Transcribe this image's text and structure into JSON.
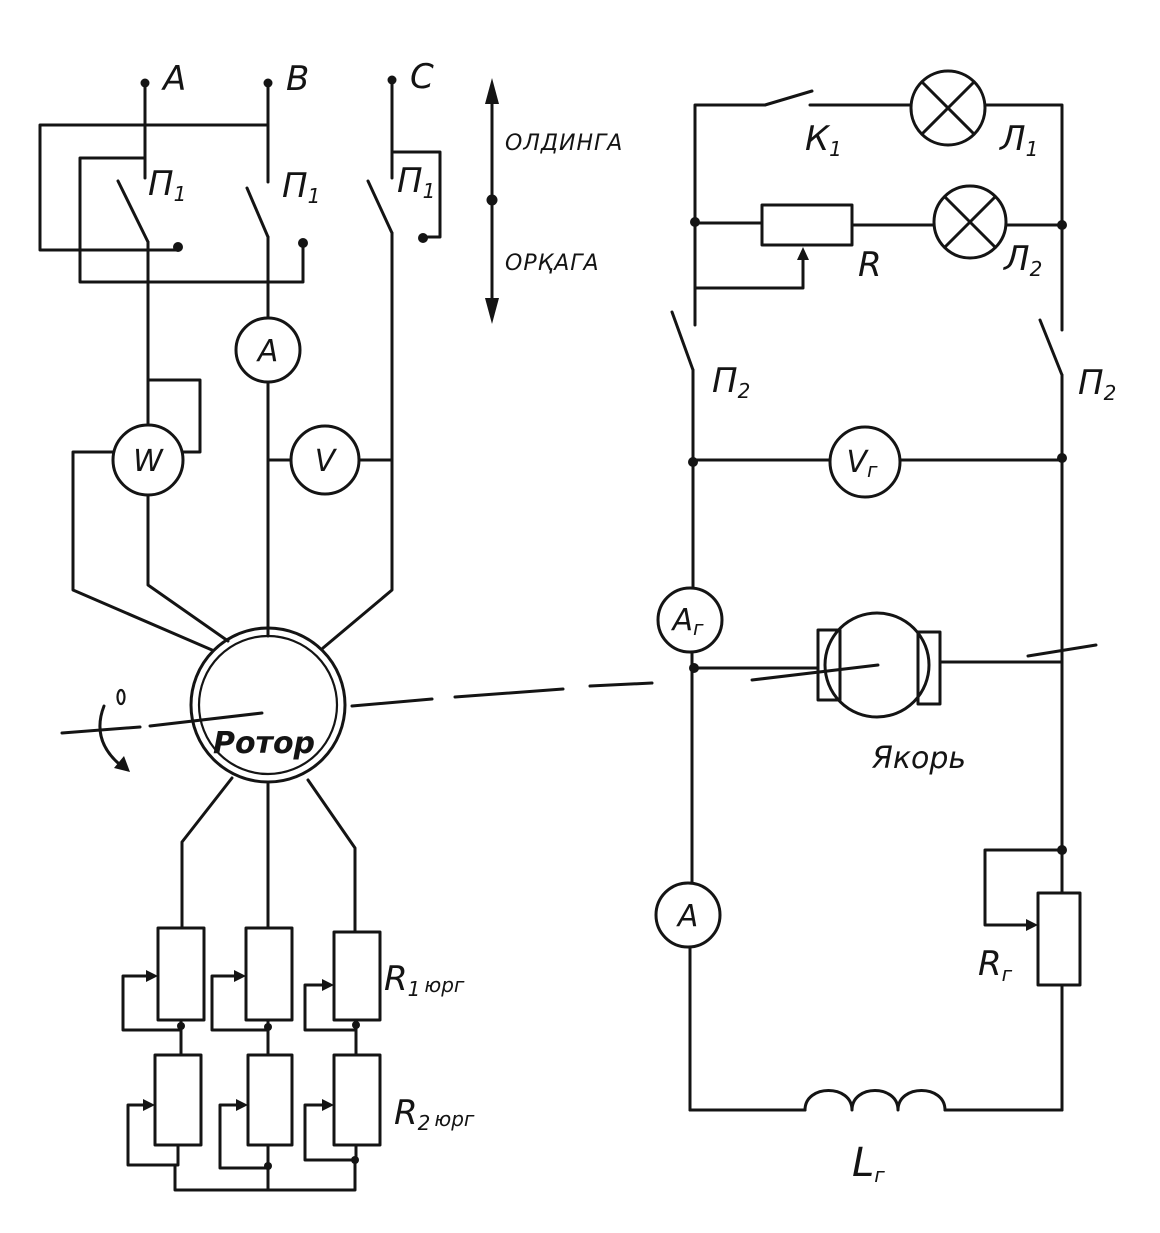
{
  "left_circuit": {
    "terminals": [
      {
        "label": "A"
      },
      {
        "label": "B"
      },
      {
        "label": "C"
      }
    ],
    "switch_p1": [
      {
        "main": "П",
        "sub": "1"
      },
      {
        "main": "П",
        "sub": "1"
      },
      {
        "main": "П",
        "sub": "1"
      }
    ],
    "direction": {
      "forward": "ОЛДИНГА",
      "backward": "ОРҚАГА"
    },
    "ammeter": "A",
    "wattmeter": "W",
    "voltmeter": "V",
    "rotor": "Ротор",
    "resistor_r1": {
      "main": "R",
      "sub": "1",
      "suffix": "юрг"
    },
    "resistor_r2": {
      "main": "R",
      "sub": "2",
      "suffix": "юрг"
    }
  },
  "right_circuit": {
    "switch_k1": {
      "main": "К",
      "sub": "1"
    },
    "lamp_l1": {
      "main": "Л",
      "sub": "1"
    },
    "rheostat_r": "R",
    "lamp_l2": {
      "main": "Л",
      "sub": "2"
    },
    "switch_p2": [
      {
        "main": "П",
        "sub": "2"
      },
      {
        "main": "П",
        "sub": "2"
      }
    ],
    "voltmeter_g": {
      "main": "V",
      "sub": "г"
    },
    "ammeter_g": {
      "main": "A",
      "sub": "г"
    },
    "armature": "Якорь",
    "ammeter": "A",
    "rheostat_g": {
      "main": "R",
      "sub": "г"
    },
    "inductor": {
      "main": "L",
      "sub": "г"
    }
  }
}
